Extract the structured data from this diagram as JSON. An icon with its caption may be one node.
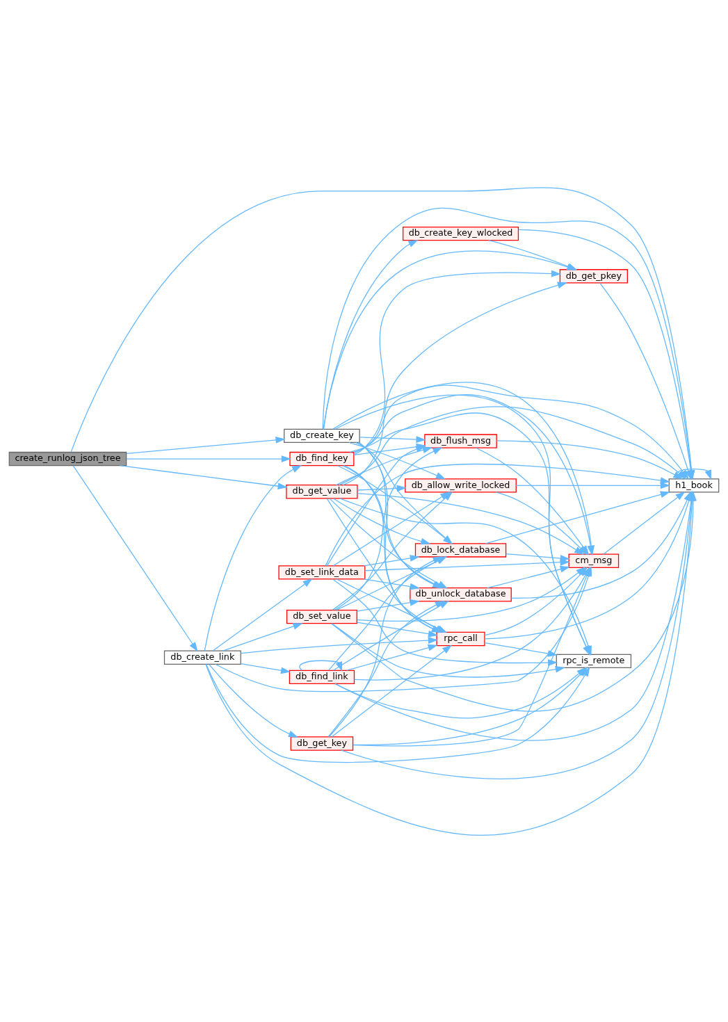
{
  "diagram": {
    "nodes": [
      {
        "text": [
          "create_runlog_json_tree"
        ]
      },
      {
        "text": [
          "db_create_key"
        ]
      },
      {
        "text": [
          "db_get_value"
        ]
      },
      {
        "text": [
          "db_find_key"
        ]
      },
      {
        "text": [
          "db_create_link"
        ]
      },
      {
        "text": [
          "db_create_key_wlocked"
        ]
      },
      {
        "text": [
          "db_get_pkey"
        ]
      },
      {
        "text": [
          "db_allow_write_locked"
        ]
      },
      {
        "text": [
          "db_flush_msg"
        ]
      },
      {
        "text": [
          "cm_msg"
        ]
      },
      {
        "text": [
          "db_lock_database"
        ]
      },
      {
        "text": [
          "db_set_value"
        ]
      },
      {
        "text": [
          "db_set_link_data"
        ]
      },
      {
        "text": [
          "db_unlock_database"
        ]
      },
      {
        "text": [
          "db_get_key"
        ]
      },
      {
        "text": [
          "db_find_link"
        ]
      },
      {
        "text": [
          "rpc_call"
        ]
      },
      {
        "text": [
          "rpc_is_remote"
        ]
      },
      {
        "text": [
          "h1_book"
        ]
      }
    ],
    "edges": [
      {
        "from": 0,
        "to": 18,
        "arrow": "to"
      },
      {
        "from": 0,
        "to": 1,
        "arrow": "to"
      },
      {
        "from": 0,
        "to": 2,
        "arrow": "to"
      },
      {
        "from": 0,
        "to": 3,
        "arrow": "to"
      },
      {
        "from": 0,
        "to": 4,
        "arrow": "to"
      },
      {
        "from": 1,
        "to": 5,
        "arrow": "to"
      },
      {
        "from": 1,
        "to": 6,
        "arrow": "to"
      },
      {
        "from": 1,
        "to": 7,
        "arrow": "to"
      },
      {
        "from": 1,
        "to": 8,
        "arrow": "to"
      },
      {
        "from": 1,
        "to": 9,
        "arrow": "to"
      },
      {
        "from": 1,
        "to": 10,
        "arrow": "to"
      },
      {
        "from": 1,
        "to": 13,
        "arrow": "to"
      },
      {
        "from": 1,
        "to": 16,
        "arrow": "to"
      },
      {
        "from": 1,
        "to": 17,
        "arrow": "to"
      },
      {
        "from": 1,
        "to": 18,
        "arrow": "to"
      },
      {
        "from": 5,
        "to": 6,
        "arrow": "to"
      },
      {
        "from": 5,
        "to": 18,
        "arrow": "to"
      },
      {
        "from": 6,
        "to": 18,
        "arrow": "to"
      },
      {
        "from": 2,
        "to": 6,
        "arrow": "to"
      },
      {
        "from": 2,
        "to": 7,
        "arrow": "to"
      },
      {
        "from": 2,
        "to": 8,
        "arrow": "to"
      },
      {
        "from": 2,
        "to": 9,
        "arrow": "to"
      },
      {
        "from": 2,
        "to": 10,
        "arrow": "to"
      },
      {
        "from": 2,
        "to": 13,
        "arrow": "to"
      },
      {
        "from": 2,
        "to": 16,
        "arrow": "to"
      },
      {
        "from": 2,
        "to": 17,
        "arrow": "to"
      },
      {
        "from": 2,
        "to": 18,
        "arrow": "to"
      },
      {
        "from": 7,
        "to": 9,
        "arrow": "to"
      },
      {
        "from": 7,
        "to": 18,
        "arrow": "to"
      },
      {
        "from": 8,
        "to": 9,
        "arrow": "to"
      },
      {
        "from": 8,
        "to": 18,
        "arrow": "to"
      },
      {
        "from": 9,
        "to": 18,
        "arrow": "to"
      },
      {
        "from": 18,
        "to": 18,
        "arrow": "to"
      },
      {
        "from": 3,
        "to": 6,
        "arrow": "to"
      },
      {
        "from": 3,
        "to": 8,
        "arrow": "to"
      },
      {
        "from": 3,
        "to": 9,
        "arrow": "to"
      },
      {
        "from": 3,
        "to": 10,
        "arrow": "to"
      },
      {
        "from": 3,
        "to": 13,
        "arrow": "to"
      },
      {
        "from": 3,
        "to": 16,
        "arrow": "to"
      },
      {
        "from": 3,
        "to": 17,
        "arrow": "to"
      },
      {
        "from": 3,
        "to": 18,
        "arrow": "to"
      },
      {
        "from": 10,
        "to": 9,
        "arrow": "to"
      },
      {
        "from": 10,
        "to": 18,
        "arrow": "to"
      },
      {
        "from": 13,
        "to": 9,
        "arrow": "to"
      },
      {
        "from": 13,
        "to": 18,
        "arrow": "to"
      },
      {
        "from": 4,
        "to": 9,
        "arrow": "to"
      },
      {
        "from": 4,
        "to": 3,
        "arrow": "to"
      },
      {
        "from": 4,
        "to": 11,
        "arrow": "to"
      },
      {
        "from": 4,
        "to": 12,
        "arrow": "to"
      },
      {
        "from": 4,
        "to": 14,
        "arrow": "to"
      },
      {
        "from": 4,
        "to": 15,
        "arrow": "to"
      },
      {
        "from": 4,
        "to": 16,
        "arrow": "to"
      },
      {
        "from": 4,
        "to": 17,
        "arrow": "to"
      },
      {
        "from": 4,
        "to": 18,
        "arrow": "to"
      },
      {
        "from": 11,
        "to": 7,
        "arrow": "to"
      },
      {
        "from": 11,
        "to": 8,
        "arrow": "to"
      },
      {
        "from": 11,
        "to": 10,
        "arrow": "to"
      },
      {
        "from": 11,
        "to": 13,
        "arrow": "to"
      },
      {
        "from": 11,
        "to": 16,
        "arrow": "to"
      },
      {
        "from": 11,
        "to": 9,
        "arrow": "to"
      },
      {
        "from": 11,
        "to": 17,
        "arrow": "to"
      },
      {
        "from": 11,
        "to": 18,
        "arrow": "to"
      },
      {
        "from": 12,
        "to": 7,
        "arrow": "to"
      },
      {
        "from": 12,
        "to": 8,
        "arrow": "to"
      },
      {
        "from": 12,
        "to": 10,
        "arrow": "to"
      },
      {
        "from": 12,
        "to": 13,
        "arrow": "to"
      },
      {
        "from": 12,
        "to": 16,
        "arrow": "to"
      },
      {
        "from": 12,
        "to": 9,
        "arrow": "to"
      },
      {
        "from": 12,
        "to": 17,
        "arrow": "to"
      },
      {
        "from": 12,
        "to": 18,
        "arrow": "to"
      },
      {
        "from": 14,
        "to": 10,
        "arrow": "to"
      },
      {
        "from": 14,
        "to": 13,
        "arrow": "to"
      },
      {
        "from": 14,
        "to": 16,
        "arrow": "to"
      },
      {
        "from": 14,
        "to": 9,
        "arrow": "to"
      },
      {
        "from": 14,
        "to": 17,
        "arrow": "to"
      },
      {
        "from": 14,
        "to": 18,
        "arrow": "to"
      },
      {
        "from": 15,
        "to": 15,
        "arrow": "to"
      },
      {
        "from": 15,
        "to": 10,
        "arrow": "to"
      },
      {
        "from": 15,
        "to": 13,
        "arrow": "to"
      },
      {
        "from": 15,
        "to": 16,
        "arrow": "to"
      },
      {
        "from": 15,
        "to": 17,
        "arrow": "to"
      },
      {
        "from": 15,
        "to": 9,
        "arrow": "to"
      },
      {
        "from": 15,
        "to": 18,
        "arrow": "to"
      },
      {
        "from": 16,
        "to": 9,
        "arrow": "to"
      },
      {
        "from": 16,
        "to": 17,
        "arrow": "to"
      },
      {
        "from": 16,
        "to": 18,
        "arrow": "to"
      }
    ]
  }
}
